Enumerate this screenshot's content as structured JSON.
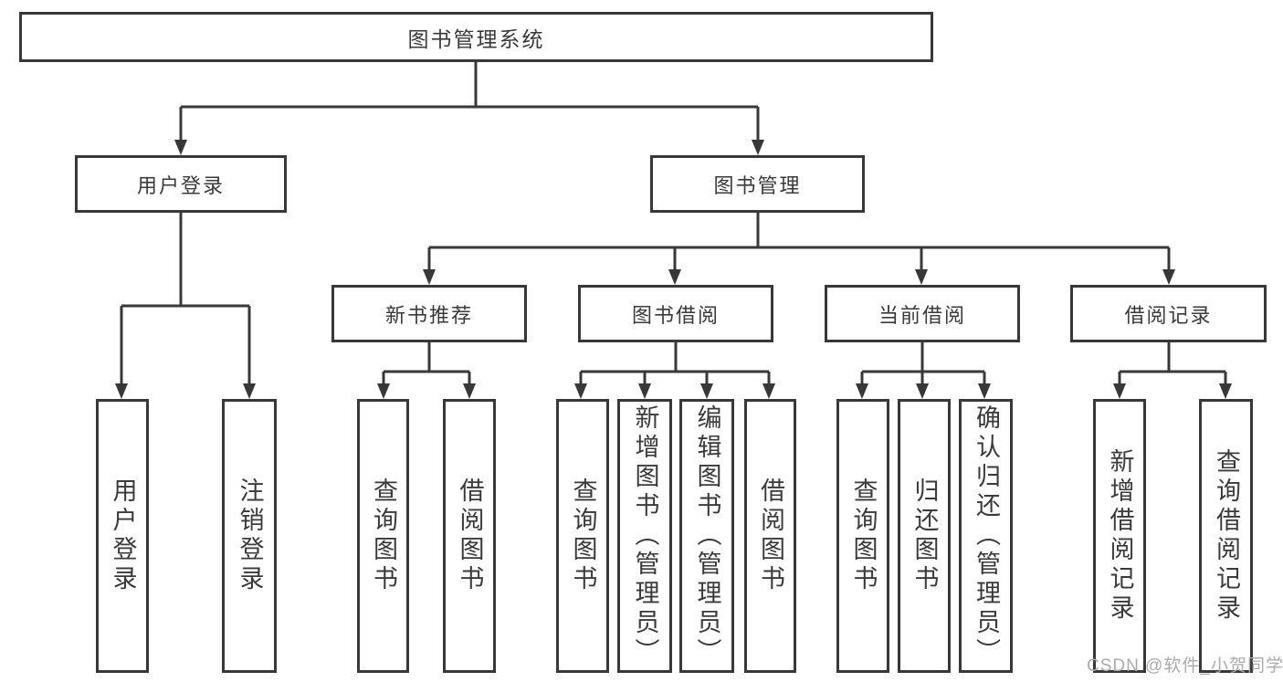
{
  "diagram": {
    "title": "图书管理系统",
    "level2": {
      "user_login": "用户登录",
      "book_management": "图书管理"
    },
    "level3": {
      "new_book_recommend": "新书推荐",
      "book_borrow": "图书借阅",
      "current_borrow": "当前借阅",
      "borrow_records": "借阅记录"
    },
    "leaves": {
      "user_login": [
        "用户登录",
        "注销登录"
      ],
      "new_book_recommend": [
        "查询图书",
        "借阅图书"
      ],
      "book_borrow": [
        "查询图书",
        "新增图书（管理员）",
        "编辑图书（管理员）",
        "借阅图书"
      ],
      "current_borrow": [
        "查询图书",
        "归还图书",
        "确认归还（管理员）"
      ],
      "borrow_records": [
        "新增借阅记录",
        "查询借阅记录"
      ]
    },
    "colors": {
      "line": "#383838",
      "text": "#3a3a3a",
      "watermark": "#ababab",
      "background": "#ffffff"
    }
  },
  "watermark": {
    "text": "CSDN @软件_小贺同学"
  }
}
